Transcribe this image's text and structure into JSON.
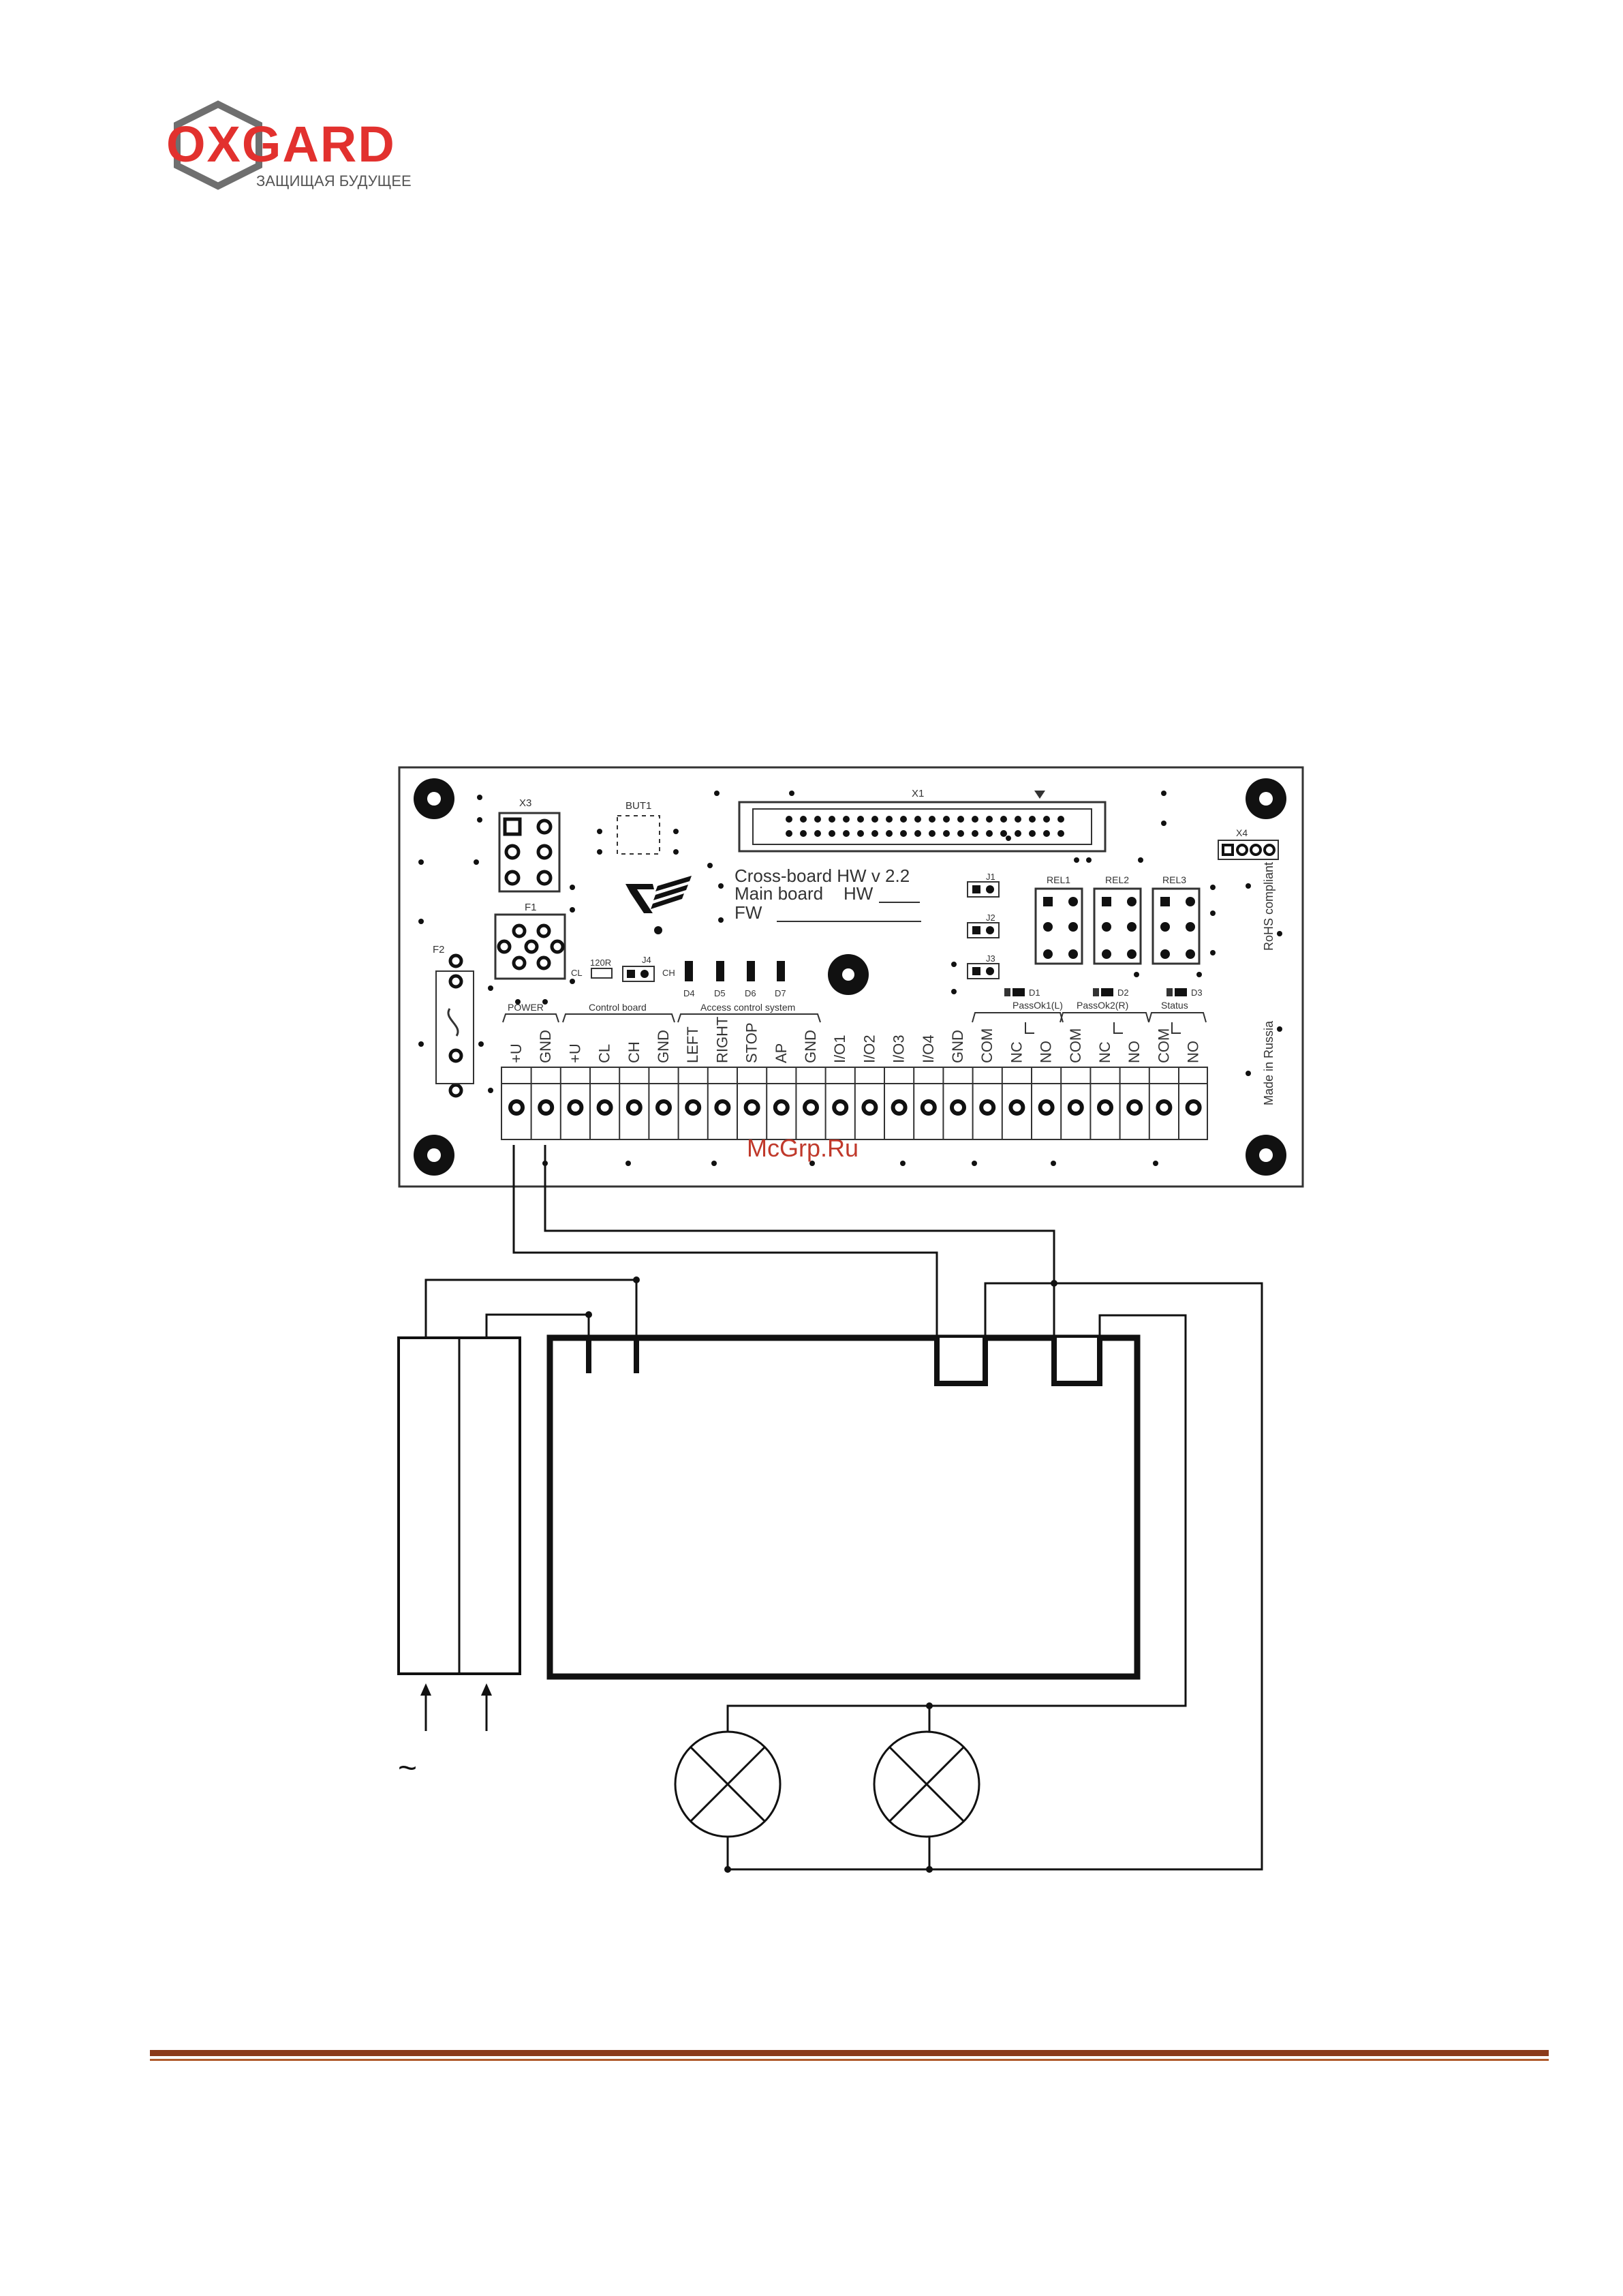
{
  "logo": {
    "brand": "OXGARD",
    "tagline": "ЗАЩИЩАЯ БУДУЩЕЕ",
    "brand_color": "#e2312e",
    "mark_color": "#6f6f6f"
  },
  "board": {
    "title_line1": "Cross-board HW v 2.2",
    "title_line2": "Main board",
    "hw_label": "HW",
    "fw_label": "FW",
    "rohs": "RoHS  compliant",
    "made_in": "Made  in  Russia",
    "components": {
      "x1": "X1",
      "x3": "X3",
      "x4": "X4",
      "but1": "BUT1",
      "f1": "F1",
      "f2": "F2",
      "j1": "J1",
      "j2": "J2",
      "j3": "J3",
      "j4": "J4",
      "resistor": "120R",
      "cl": "CL",
      "ch": "CH",
      "rel1": "REL1",
      "rel2": "REL2",
      "rel3": "REL3",
      "d1": "D1",
      "d2": "D2",
      "d3": "D3",
      "d4": "D4",
      "d5": "D5",
      "d6": "D6",
      "d7": "D7"
    },
    "groups": {
      "power": "POWER",
      "control_board": "Control board",
      "access_control": "Access control system",
      "passok1": "PassOk1(L)",
      "passok2": "PassOk2(R)",
      "status": "Status"
    },
    "terminals": [
      "+U",
      "GND",
      "+U",
      "CL",
      "CH",
      "GND",
      "LEFT",
      "RIGHT",
      "STOP",
      "AP",
      "GND",
      "I/O1",
      "I/O2",
      "I/O3",
      "I/O4",
      "GND",
      "COM",
      "NC",
      "NO",
      "COM",
      "NC",
      "NO",
      "COM",
      "NO"
    ]
  },
  "watermark": "McGrp.Ru",
  "ac_symbol": "~",
  "footer_colors": {
    "bar": "#8b3a1a",
    "thin": "#b05a2a"
  }
}
